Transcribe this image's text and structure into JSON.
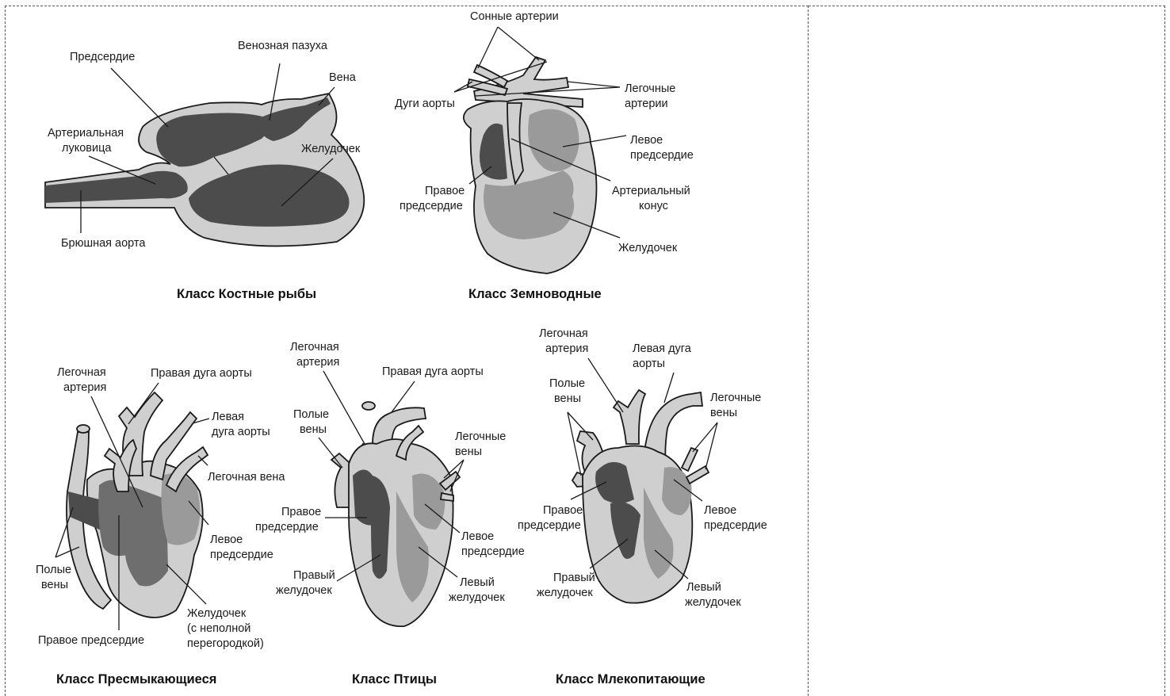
{
  "fish": {
    "title": "Класс Костные рыбы",
    "labels": {
      "atrium": "Предсердие",
      "sinus": "Венозная пазуха",
      "vein": "Вена",
      "bulbus_l1": "Артериальная",
      "bulbus_l2": "луковица",
      "ventricle": "Желудочек",
      "aorta": "Брюшная аорта"
    }
  },
  "amphibian": {
    "title": "Класс Земноводные",
    "labels": {
      "carotid": "Сонные артерии",
      "arches": "Дуги аорты",
      "pulm_l1": "Легочные",
      "pulm_l2": "артерии",
      "latrium_l1": "Левое",
      "latrium_l2": "предсердие",
      "ratrium_l1": "Правое",
      "ratrium_l2": "предсердие",
      "conus_l1": "Артериальный",
      "conus_l2": "конус",
      "ventricle": "Желудочек"
    }
  },
  "reptile": {
    "title": "Класс Пресмыкающиеся",
    "labels": {
      "pulm_art_l1": "Легочная",
      "pulm_art_l2": "артерия",
      "right_arch": "Правая дуга аорты",
      "left_arch_l1": "Левая",
      "left_arch_l2": "дуга аорты",
      "pulm_vein": "Легочная вена",
      "latrium_l1": "Левое",
      "latrium_l2": "предсердие",
      "venae_l1": "Полые",
      "venae_l2": "вены",
      "ventricle_l1": "Желудочек",
      "ventricle_l2": "(с неполной",
      "ventricle_l3": "перегородкой)",
      "ratrium": "Правое предсердие"
    }
  },
  "bird": {
    "title": "Класс Птицы",
    "labels": {
      "pulm_art_l1": "Легочная",
      "pulm_art_l2": "артерия",
      "right_arch": "Правая дуга аорты",
      "venae_l1": "Полые",
      "venae_l2": "вены",
      "pulm_veins_l1": "Легочные",
      "pulm_veins_l2": "вены",
      "ratrium_l1": "Правое",
      "ratrium_l2": "предсердие",
      "latrium_l1": "Левое",
      "latrium_l2": "предсердие",
      "rvent_l1": "Правый",
      "rvent_l2": "желудочек",
      "lvent_l1": "Левый",
      "lvent_l2": "желудочек"
    }
  },
  "mammal": {
    "title": "Класс Млекопитающие",
    "labels": {
      "pulm_art_l1": "Легочная",
      "pulm_art_l2": "артерия",
      "left_arch_l1": "Левая дуга",
      "left_arch_l2": "аорты",
      "venae_l1": "Полые",
      "venae_l2": "вены",
      "pulm_veins_l1": "Легочные",
      "pulm_veins_l2": "вены",
      "ratrium_l1": "Правое",
      "ratrium_l2": "предсердие",
      "latrium_l1": "Левое",
      "latrium_l2": "предсердие",
      "rvent_l1": "Правый",
      "rvent_l2": "желудочек",
      "lvent_l1": "Левый",
      "lvent_l2": "желудочек"
    }
  },
  "colors": {
    "light": "#cfcfcf",
    "medium": "#9a9a9a",
    "dark": "#6e6e6e",
    "outline": "#1a1a1a"
  }
}
